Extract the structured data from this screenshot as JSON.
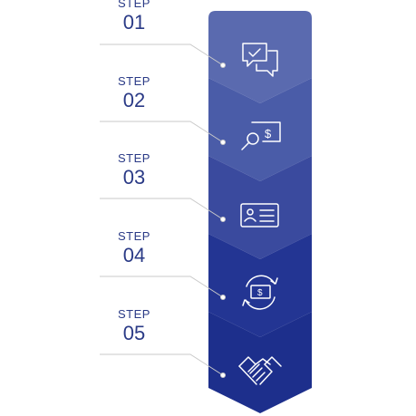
{
  "steps": [
    {
      "word": "STEP",
      "number": "01",
      "icon": "chat-check-icon",
      "color": "#5a6aaf"
    },
    {
      "word": "STEP",
      "number": "02",
      "icon": "search-dollar-icon",
      "color": "#4a5ca8"
    },
    {
      "word": "STEP",
      "number": "03",
      "icon": "id-card-icon",
      "color": "#3a4a9e"
    },
    {
      "word": "STEP",
      "number": "04",
      "icon": "money-cycle-icon",
      "color": "#233593"
    },
    {
      "word": "STEP",
      "number": "05",
      "icon": "handshake-icon",
      "color": "#1d2f8c"
    }
  ],
  "colors": {
    "label": "#2a3a86",
    "connector": "#c9c9c9",
    "icon_stroke": "#ffffff"
  }
}
